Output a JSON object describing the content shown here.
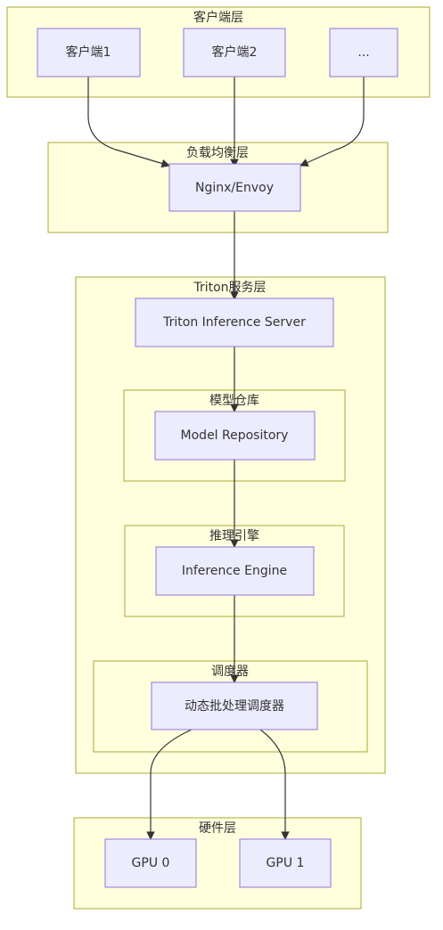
{
  "clusters": {
    "client": "客户端层",
    "lb": "负载均衡层",
    "triton": "Triton服务层",
    "repo": "模型仓库",
    "engine": "推理引擎",
    "scheduler": "调度器",
    "hardware": "硬件层"
  },
  "nodes": {
    "client1": "客户端1",
    "client2": "客户端2",
    "client_more": "...",
    "nginx": "Nginx/Envoy",
    "triton_server": "Triton Inference Server",
    "model_repo": "Model Repository",
    "inference_engine": "Inference Engine",
    "dynamic_batcher": "动态批处理调度器",
    "gpu0": "GPU 0",
    "gpu1": "GPU 1"
  },
  "colors": {
    "cluster_fill": "#ffffde",
    "cluster_stroke": "#aaaa33",
    "node_fill": "#ececff",
    "node_stroke": "#9370db",
    "edge": "#333333"
  }
}
